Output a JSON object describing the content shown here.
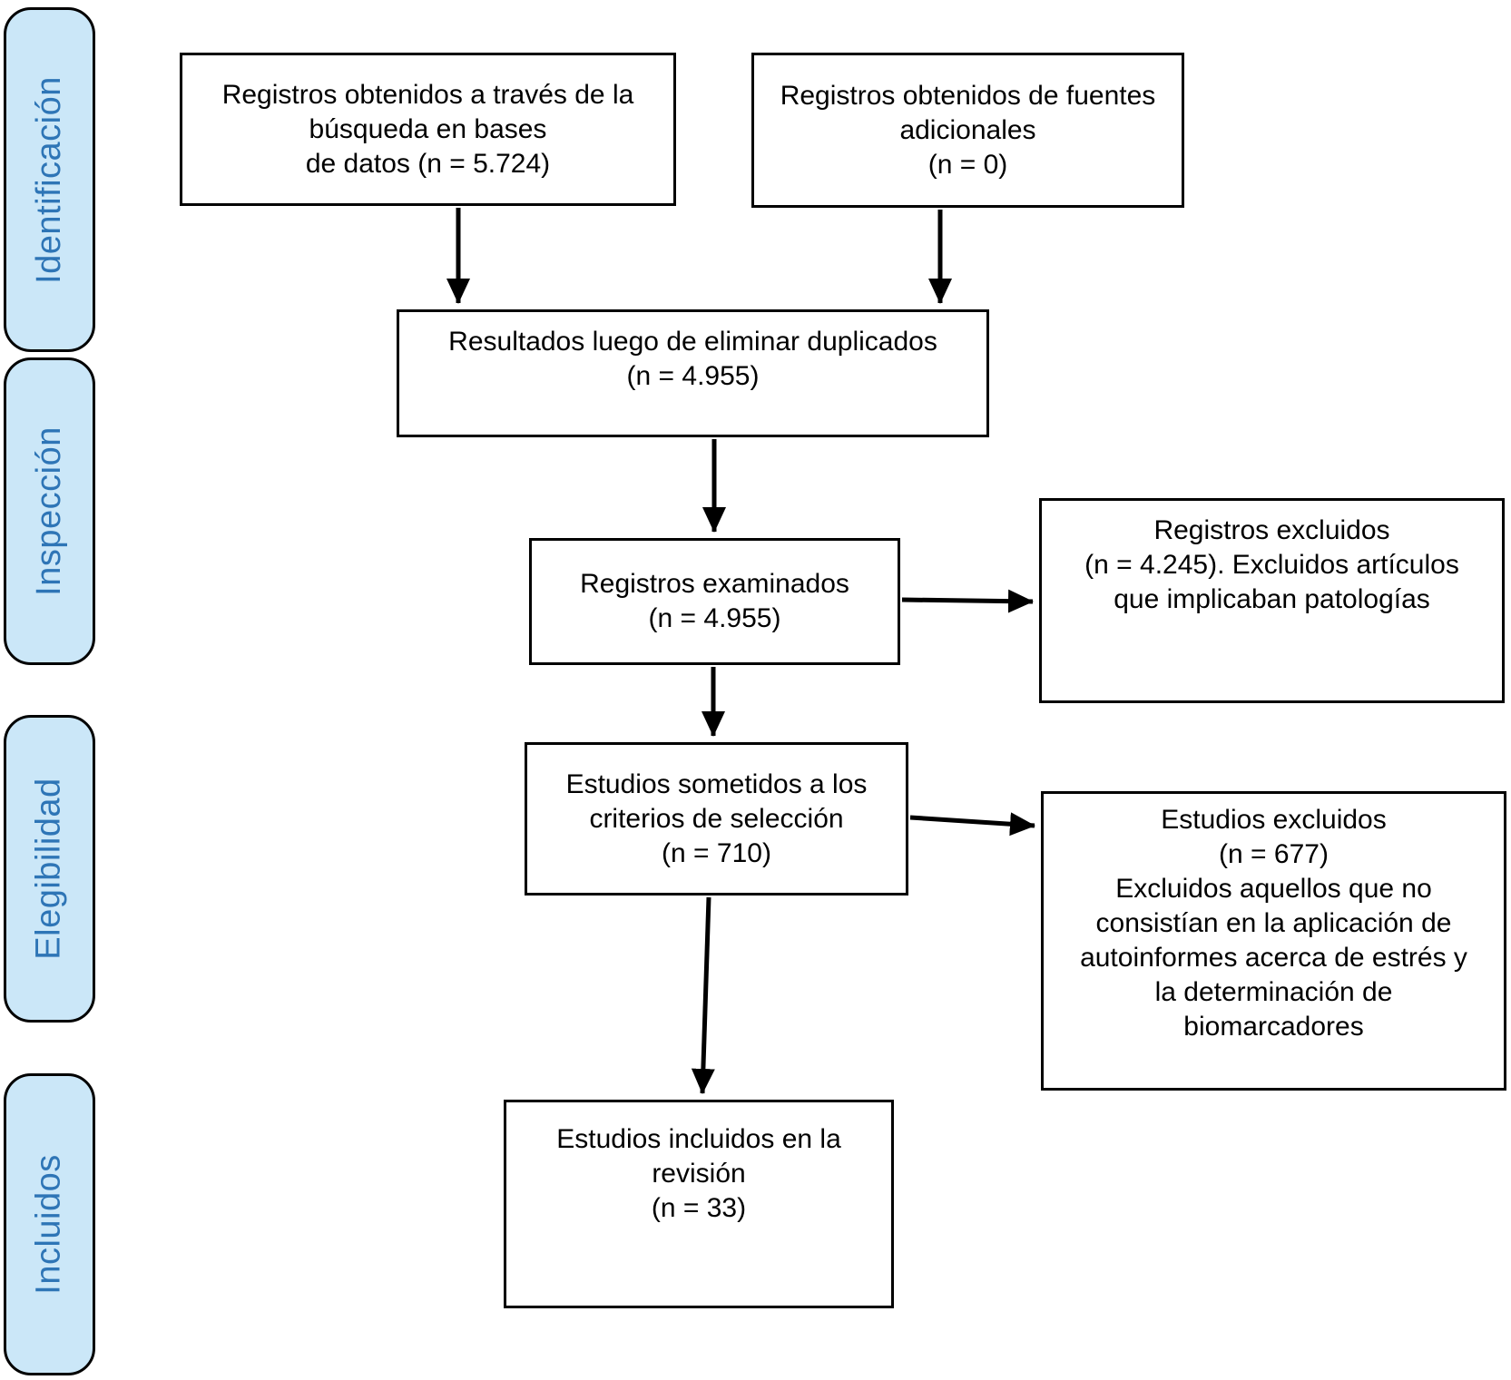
{
  "diagram_title": "PRISMA flow diagram (Spanish)",
  "colors": {
    "stage_fill": "#CBE7F8",
    "stage_text": "#2E75B6",
    "ink": "#000000",
    "box_fill": "#FFFFFF"
  },
  "stages": [
    {
      "label": "Identificación"
    },
    {
      "label": "Inspección"
    },
    {
      "label": "Elegibilidad"
    },
    {
      "label": "Incluidos"
    }
  ],
  "boxes": {
    "db_search": {
      "lines": [
        "Registros obtenidos a través de la",
        "búsqueda en bases",
        "de datos (n = 5.724)"
      ],
      "count": "5.724"
    },
    "additional_sources": {
      "lines": [
        "Registros obtenidos de fuentes",
        "adicionales",
        "(n = 0)"
      ],
      "count": "0"
    },
    "deduplicated": {
      "lines": [
        "Resultados luego de eliminar duplicados",
        "(n = 4.955)"
      ],
      "count": "4.955"
    },
    "screened": {
      "lines": [
        "Registros examinados",
        "(n = 4.955)"
      ],
      "count": "4.955"
    },
    "records_excluded": {
      "lines": [
        "Registros excluidos",
        "(n = 4.245). Excluidos artículos",
        "que implicaban patologías"
      ],
      "count": "4.245"
    },
    "eligibility": {
      "lines": [
        "Estudios sometidos a los",
        "criterios de selección",
        "(n = 710)"
      ],
      "count": "710"
    },
    "studies_excluded": {
      "lines": [
        "Estudios excluidos",
        "(n = 677)",
        "Excluidos aquellos que no",
        "consistían en la aplicación de",
        "autoinformes acerca de estrés y",
        "la determinación de",
        "biomarcadores"
      ],
      "count": "677"
    },
    "included": {
      "lines": [
        "Estudios incluidos en la",
        "revisión",
        "(n = 33)"
      ],
      "count": "33"
    }
  }
}
